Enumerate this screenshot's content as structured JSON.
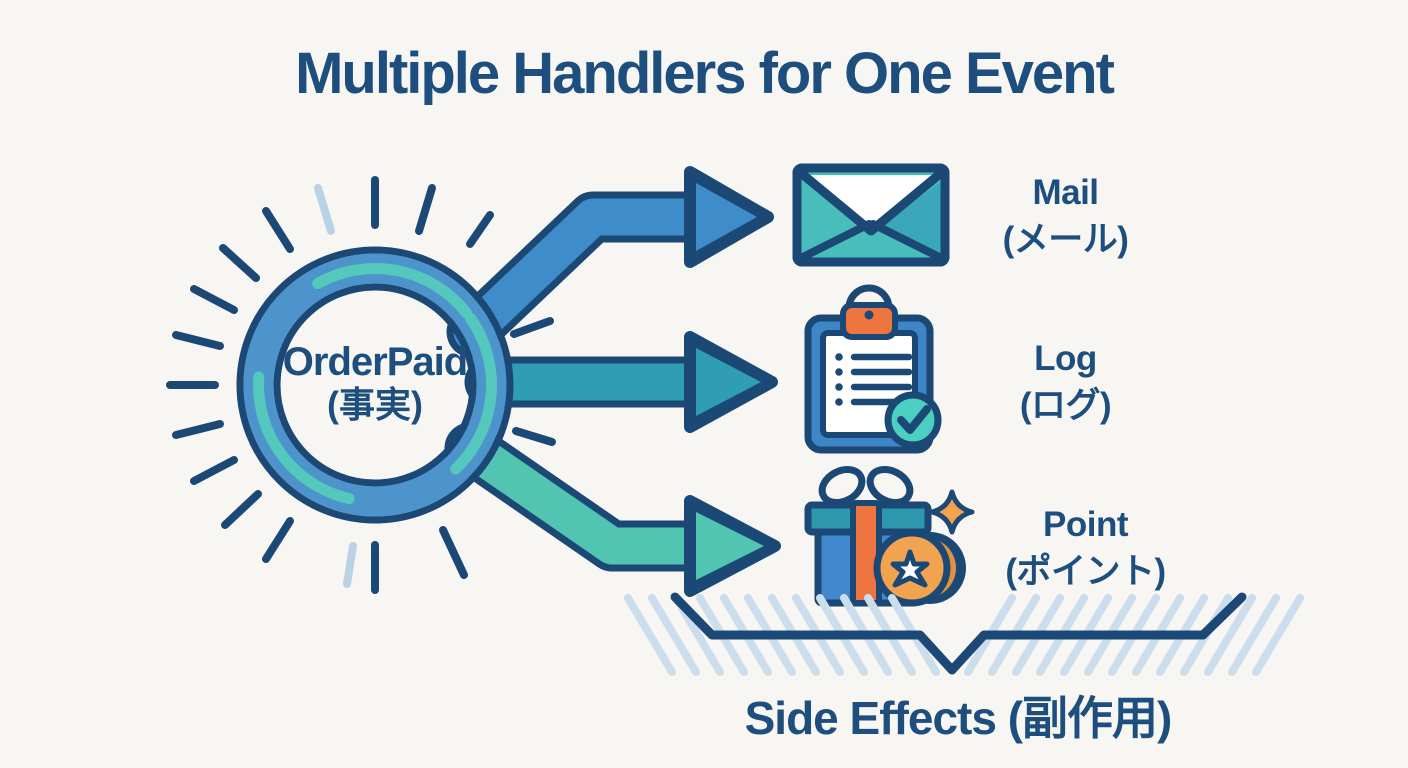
{
  "title": "Multiple Handlers for One Event",
  "event": {
    "name": "OrderPaid",
    "name_ja": "(事実)"
  },
  "handlers": [
    {
      "label": "Mail",
      "label_ja": "(メール)",
      "icon": "mail-icon"
    },
    {
      "label": "Log",
      "label_ja": "(ログ)",
      "icon": "clipboard-icon"
    },
    {
      "label": "Point",
      "label_ja": "(ポイント)",
      "icon": "gift-coin-icon"
    }
  ],
  "caption": {
    "text": "Side Effects (副作用)"
  },
  "colors": {
    "navy": "#1c4876",
    "text": "#1d4e7e",
    "blue": "#3f8cca",
    "ringblue": "#4e94cc",
    "teal": "#2f9db4",
    "mint": "#52c4b2",
    "ringdash": "#55c8bd",
    "envelope": "#49bcbc",
    "envelope2": "#3aa8ba",
    "orange": "#ee7440",
    "gold": "#f2a350",
    "goldDark": "#e0923f",
    "hatch": "#ccdeed",
    "lightray": "#b9d2e6",
    "bg": "#f7f6f3",
    "paper": "#ffffff",
    "clipblue": "#3d87c9",
    "check": "#4bcfc2",
    "giftlid": "#2d97ae",
    "giftbody": "#4189cc"
  }
}
